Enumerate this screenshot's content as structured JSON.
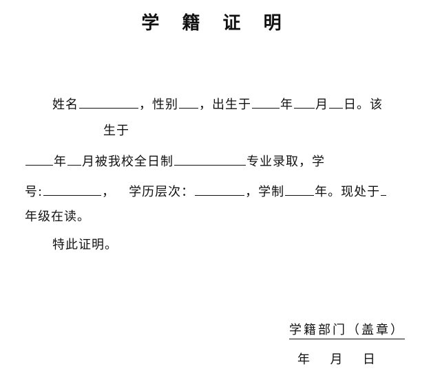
{
  "title": "学 籍 证 明",
  "para1": {
    "name_label": "姓名",
    "comma1": "，性别",
    "comma2": "，出生于",
    "year": "年",
    "month": "月",
    "day_end": "日。该",
    "born_in": "生于"
  },
  "para2": {
    "year": "年",
    "month_text": "月被我校全日制",
    "major_text": "专业录取，学"
  },
  "para3": {
    "student_no": "号:",
    "comma": "，",
    "edu_level": "学历层次：",
    "duration": "，学制",
    "year_now": "年。现处于"
  },
  "para4": {
    "grade": "年级在读。"
  },
  "para5": {
    "certify": "特此证明。"
  },
  "signature": {
    "department": "学籍部门（盖章）",
    "date": "年  月  日"
  }
}
